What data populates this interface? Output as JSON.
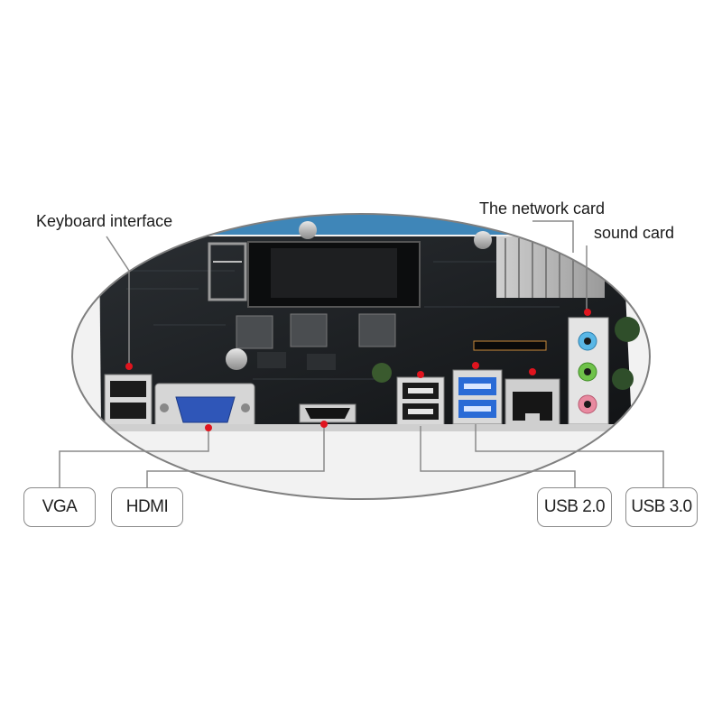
{
  "callouts": {
    "keyboard_interface": "Keyboard interface",
    "network_card": "The network card",
    "sound_card": "sound card"
  },
  "tags": {
    "vga": "VGA",
    "hdmi": "HDMI",
    "usb20": "USB 2.0",
    "usb30": "USB 3.0"
  },
  "colors": {
    "marker": "#e0141e",
    "board": "#1c1f22",
    "usb3_blue": "#2a6bd6",
    "vga_blue": "#2f56b8",
    "audio_blue": "#5ab7e6",
    "audio_green": "#6fc24a",
    "audio_pink": "#e88aa0",
    "leader_line": "#8a8a8a"
  }
}
